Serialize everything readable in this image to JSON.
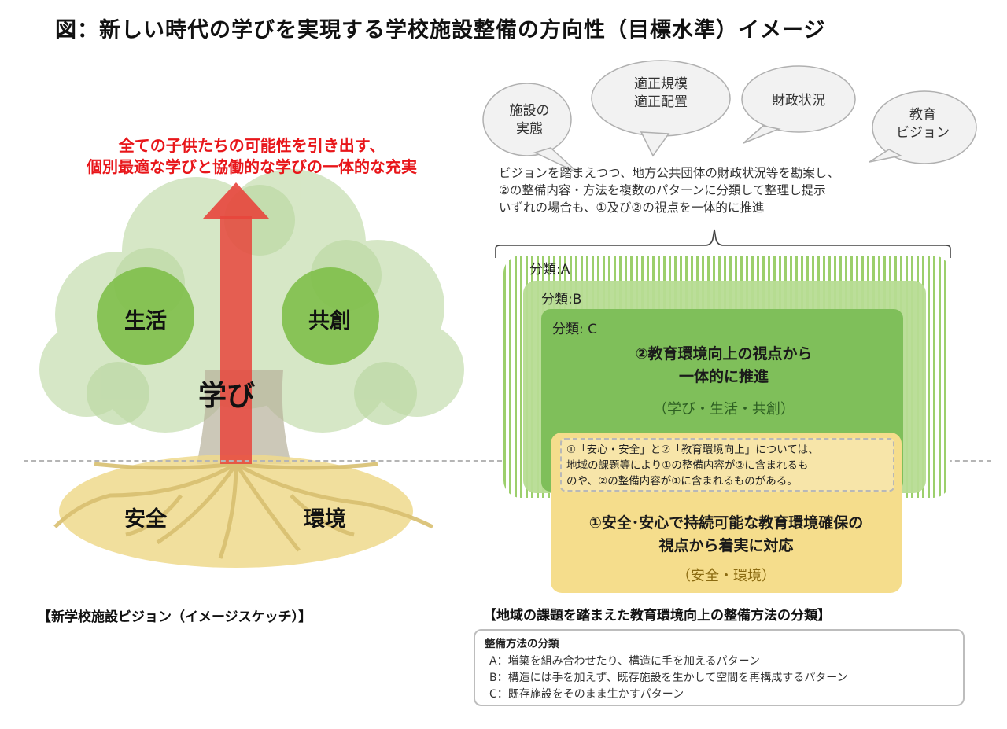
{
  "title": "図：新しい時代の学びを実現する学校施設整備の方向性（目標水準）イメージ",
  "left_diagram": {
    "goal_text_line1": "全ての子供たちの可能性を引き出す、",
    "goal_text_line2": "個別最適な学びと協働的な学びの一体的な充実",
    "circle_left": "生活",
    "circle_right": "共創",
    "trunk_label": "学び",
    "root_left": "安全",
    "root_right": "環境",
    "caption": "【新学校施設ビジョン（イメージスケッチ）】",
    "colors": {
      "arrow": "#e8453c",
      "circle": "#7fbf4a",
      "roots": "#e9cf78"
    }
  },
  "right_diagram": {
    "bubbles": [
      {
        "line1": "施設の",
        "line2": "実態"
      },
      {
        "line1": "適正規模",
        "line2": "適正配置"
      },
      {
        "line1": "財政状況",
        "line2": ""
      },
      {
        "line1": "教育",
        "line2": "ビジョン"
      }
    ],
    "vision_lines": [
      "ビジョンを踏まえつつ、地方公共団体の財政状況等を勘案し、",
      "②の整備内容・方法を複数のパターンに分類して整理し提示",
      "いずれの場合も、①及び②の視点を一体的に推進"
    ],
    "class_a": "分類:A",
    "class_b": "分類:B",
    "class_c": "分類: C",
    "green_heading_line1": "②教育環境向上の視点から",
    "green_heading_line2": "一体的に推進",
    "green_sub": "（学び・生活・共創）",
    "note_line1": "①「安心・安全」と②「教育環境向上」については、",
    "note_line2": "地域の課題等により①の整備内容が②に含まれるも",
    "note_line3": "のや、②の整備内容が①に含まれるものがある。",
    "yellow_heading_line1": "①安全･安心で持続可能な教育環境確保の",
    "yellow_heading_line2": "視点から着実に対応",
    "yellow_sub": "（安全・環境）",
    "caption": "【地域の課題を踏まえた教育環境向上の整備方法の分類】",
    "colors": {
      "green_dark": "#7fbf5a",
      "green_light": "#b7dc94",
      "yellow": "#f5dd8c"
    }
  },
  "methods": {
    "title": "整備方法の分類",
    "lines": [
      "A：増築を組み合わせたり、構造に手を加えるパターン",
      "B：構造には手を加えず、既存施設を生かして空間を再構成するパターン",
      "C：既存施設をそのまま生かすパターン"
    ]
  }
}
